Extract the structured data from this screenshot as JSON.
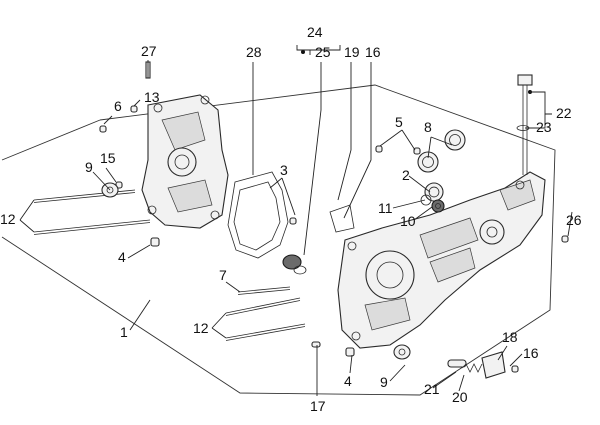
{
  "callouts": {
    "c27": "27",
    "c28": "28",
    "c24": "24",
    "c25": "25",
    "c19": "19",
    "c16a": "16",
    "c6": "6",
    "c13": "13",
    "c15": "15",
    "c9a": "9",
    "c3": "3",
    "c5": "5",
    "c8": "8",
    "c22": "22",
    "c23": "23",
    "c2": "2",
    "c11": "11",
    "c10": "10",
    "c12a": "12",
    "c4a": "4",
    "c26": "26",
    "c7": "7",
    "c12b": "12",
    "c1": "1",
    "c18": "18",
    "c16b": "16",
    "c9b": "9",
    "c4b": "4",
    "c21": "21",
    "c20": "20",
    "c17": "17"
  },
  "colors": {
    "ink": "#111111",
    "line": "#222222",
    "metal": "#f2f2f2",
    "shade": "#6b6b6b"
  }
}
